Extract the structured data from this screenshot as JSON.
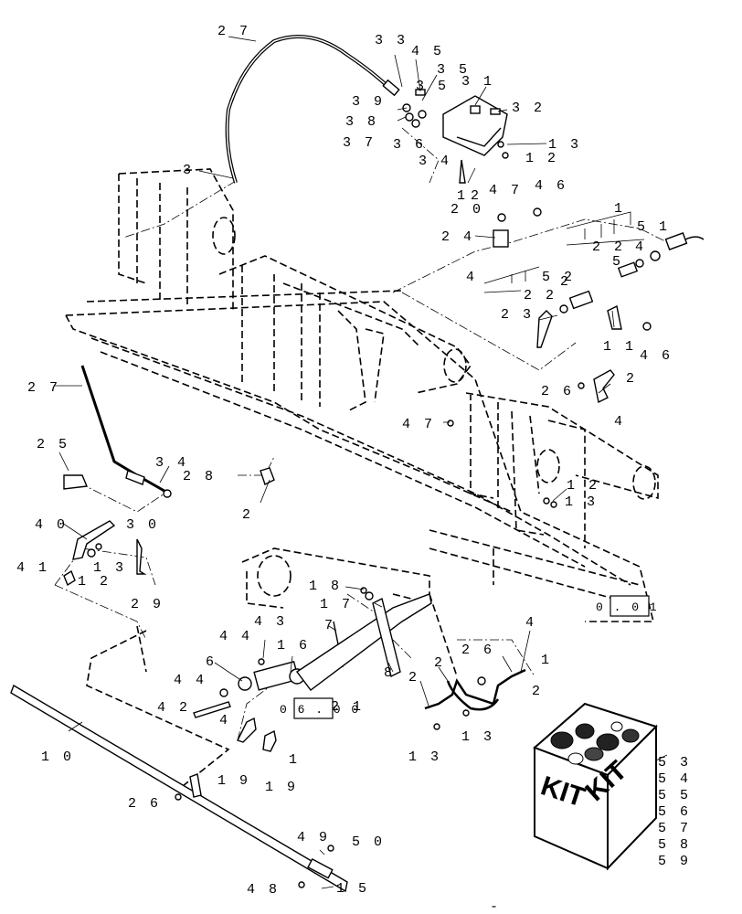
{
  "diagram": {
    "callouts": [
      {
        "id": "c-27a",
        "text": "2 7"
      },
      {
        "id": "c-33",
        "text": "3 3"
      },
      {
        "id": "c-45",
        "text": "4 5"
      },
      {
        "id": "c-35a",
        "text": "3 5"
      },
      {
        "id": "c-35b",
        "text": "3 5"
      },
      {
        "id": "c-31",
        "text": "3 1"
      },
      {
        "id": "c-39",
        "text": "3 9"
      },
      {
        "id": "c-32",
        "text": "3 2"
      },
      {
        "id": "c-38",
        "text": "3 8"
      },
      {
        "id": "c-37",
        "text": "3 7"
      },
      {
        "id": "c-36",
        "text": "3 6"
      },
      {
        "id": "c-34a",
        "text": "3 4"
      },
      {
        "id": "c-13a",
        "text": "1 3"
      },
      {
        "id": "c-12a",
        "text": "1 2"
      },
      {
        "id": "c-3",
        "text": "3"
      },
      {
        "id": "c-1a",
        "text": "1"
      },
      {
        "id": "c-2a",
        "text": "2"
      },
      {
        "id": "c-20",
        "text": "2 0"
      },
      {
        "id": "c-47a",
        "text": "4 7"
      },
      {
        "id": "c-46a",
        "text": "4 6"
      },
      {
        "id": "c-24",
        "text": "2 4"
      },
      {
        "id": "c-1b",
        "text": "1"
      },
      {
        "id": "c-51",
        "text": "5 1"
      },
      {
        "id": "c-22a",
        "text": "2 2"
      },
      {
        "id": "c-4a",
        "text": "4"
      },
      {
        "id": "c-5a",
        "text": "5"
      },
      {
        "id": "c-2b",
        "text": "2"
      },
      {
        "id": "c-4b",
        "text": "4"
      },
      {
        "id": "c-52",
        "text": "5 2"
      },
      {
        "id": "c-22b",
        "text": "2 2"
      },
      {
        "id": "c-23",
        "text": "2 3"
      },
      {
        "id": "c-11",
        "text": "1 1"
      },
      {
        "id": "c-46b",
        "text": "4 6"
      },
      {
        "id": "c-27b",
        "text": "2 7"
      },
      {
        "id": "c-26a",
        "text": "2 6"
      },
      {
        "id": "c-2c",
        "text": "2"
      },
      {
        "id": "c-4c",
        "text": "4"
      },
      {
        "id": "c-47b",
        "text": "4 7"
      },
      {
        "id": "c-25",
        "text": "2 5"
      },
      {
        "id": "c-34b",
        "text": "3 4"
      },
      {
        "id": "c-28",
        "text": "2 8"
      },
      {
        "id": "c-12b",
        "text": "1 2"
      },
      {
        "id": "c-13b",
        "text": "1 3"
      },
      {
        "id": "c-2d",
        "text": "2"
      },
      {
        "id": "c-40",
        "text": "4 0"
      },
      {
        "id": "c-30",
        "text": "3 0"
      },
      {
        "id": "c-41",
        "text": "4 1"
      },
      {
        "id": "c-13c",
        "text": "1 3"
      },
      {
        "id": "c-12c",
        "text": "1 2"
      },
      {
        "id": "c-29",
        "text": "2 9"
      },
      {
        "id": "c-18",
        "text": "1 8"
      },
      {
        "id": "c-17",
        "text": "1 7"
      },
      {
        "id": "c-43",
        "text": "4 3"
      },
      {
        "id": "c-7",
        "text": "7"
      },
      {
        "id": "c-44a",
        "text": "4 4"
      },
      {
        "id": "c-16",
        "text": "1 6"
      },
      {
        "id": "c-6",
        "text": "6"
      },
      {
        "id": "c-8",
        "text": "8"
      },
      {
        "id": "c-44b",
        "text": "4 4"
      },
      {
        "id": "c-21",
        "text": "2 1"
      },
      {
        "id": "c-42",
        "text": "4 2"
      },
      {
        "id": "c-4d",
        "text": "4"
      },
      {
        "id": "c-19a",
        "text": "1 9"
      },
      {
        "id": "c-1c",
        "text": "1"
      },
      {
        "id": "c-19b",
        "text": "1 9"
      },
      {
        "id": "c-4e",
        "text": "4"
      },
      {
        "id": "c-1d",
        "text": "1"
      },
      {
        "id": "c-2e",
        "text": "2"
      },
      {
        "id": "c-2f",
        "text": "2"
      },
      {
        "id": "c-26b",
        "text": "2 6"
      },
      {
        "id": "c-2g",
        "text": "2"
      },
      {
        "id": "c-13d",
        "text": "1 3"
      },
      {
        "id": "c-13e",
        "text": "1 3"
      },
      {
        "id": "c-10",
        "text": "1 0"
      },
      {
        "id": "c-26c",
        "text": "2 6"
      },
      {
        "id": "c-49",
        "text": "4 9"
      },
      {
        "id": "c-50",
        "text": "5 0"
      },
      {
        "id": "c-48",
        "text": "4 8"
      },
      {
        "id": "c-15",
        "text": "1 5"
      }
    ],
    "ref_boxes": [
      {
        "id": "ref-01",
        "text": "0 . 0 1"
      },
      {
        "id": "ref-06",
        "text": "0 6 . 0 0"
      }
    ],
    "kit": {
      "face_left": "KIT",
      "face_right": "KIT",
      "items": [
        "5 3",
        "5 4",
        "5 5",
        "5 6",
        "5 7",
        "5 8",
        "5 9"
      ]
    },
    "footer_mark": "-"
  }
}
